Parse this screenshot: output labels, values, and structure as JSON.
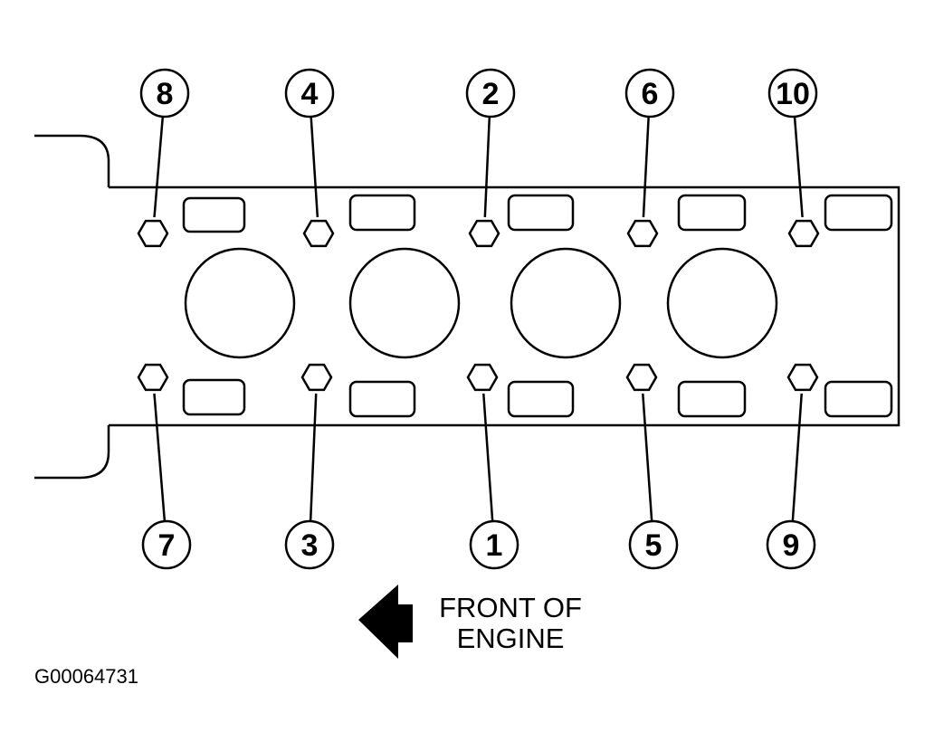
{
  "bolt_labels": {
    "top": [
      "8",
      "4",
      "2",
      "6",
      "10"
    ],
    "bottom": [
      "7",
      "3",
      "1",
      "5",
      "9"
    ]
  },
  "direction": {
    "line1": "FRONT OF",
    "line2": "ENGINE",
    "arrow_icon": "left-arrow-icon"
  },
  "figure_id": "G00064731",
  "colors": {
    "ink": "#000000",
    "paper": "#ffffff"
  }
}
